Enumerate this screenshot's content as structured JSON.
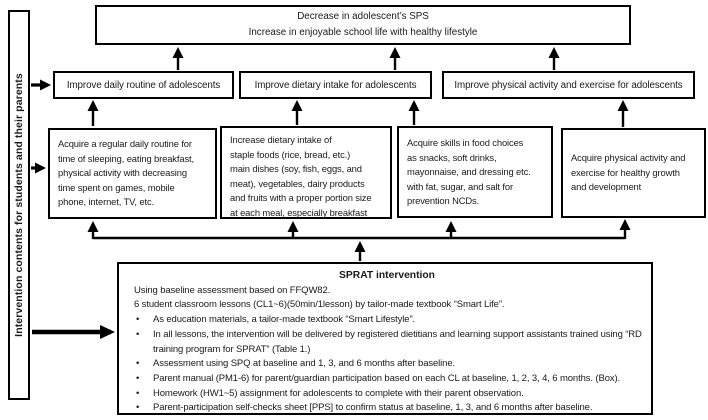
{
  "figure": {
    "left_label": "Intervention contents for students and their parents",
    "goal_box": {
      "lines": [
        "Decrease in adolescent’s SPS",
        "Increase in enjoyable school life with healthy lifestyle"
      ]
    },
    "objectives": [
      {
        "label": "Improve daily routine of adolescents"
      },
      {
        "label": "Improve dietary intake for adolescents"
      },
      {
        "label": "Improve physical activity and exercise for adolescents"
      }
    ],
    "content_boxes": [
      {
        "lines": [
          "Acquire a regular daily routine for",
          "time of sleeping, eating breakfast,",
          "physical activity with decreasing",
          "time spent on games, mobile",
          "phone, internet, TV, etc."
        ]
      },
      {
        "lines": [
          "Increase dietary intake of",
          "staple foods (rice, bread, etc.)",
          "main dishes (soy, fish, eggs, and",
          "meat), vegetables, dairy products",
          "and fruits with a proper portion size",
          "at each meal, especially breakfast"
        ]
      },
      {
        "lines": [
          "Acquire skills in food choices",
          "as snacks, soft drinks,",
          "mayonnaise, and dressing etc.",
          "with fat, sugar, and salt for",
          "prevention NCDs."
        ]
      },
      {
        "lines": [
          "Acquire physical activity and",
          "exercise for healthy growth",
          "and development"
        ]
      }
    ],
    "sprat": {
      "title": "SPRAT intervention",
      "intro_lines": [
        "Using baseline assessment based on FFQW82.",
        "6 student classroom lessons (CL1~6)(50min/1lesson) by tailor-made textbook “Smart Life”."
      ],
      "bullet_glyph": "•",
      "bullets": [
        "As education materials, a tailor-made textbook “Smart Lifestyle”.",
        "In all lessons, the intervention will be delivered by registered dietitians and learning support assistants trained using “RD training program for SPRAT” (Table 1.)",
        "Assessment using SPQ at baseline and 1, 3, and 6 months after baseline.",
        "Parent manual (PM1-6) for parent/guardian participation based on each CL at baseline, 1, 2, 3, 4, 6 months. (Box).",
        "Homework (HW1~5) assignment for adolescents to complete with their parent observation.",
        "Parent-participation self-checks sheet [PPS] to confirm status at baseline, 1, 3, and 6 months after baseline."
      ]
    },
    "colors": {
      "border": "#000000",
      "background": "#ffffff",
      "arrow": "#000000"
    }
  }
}
